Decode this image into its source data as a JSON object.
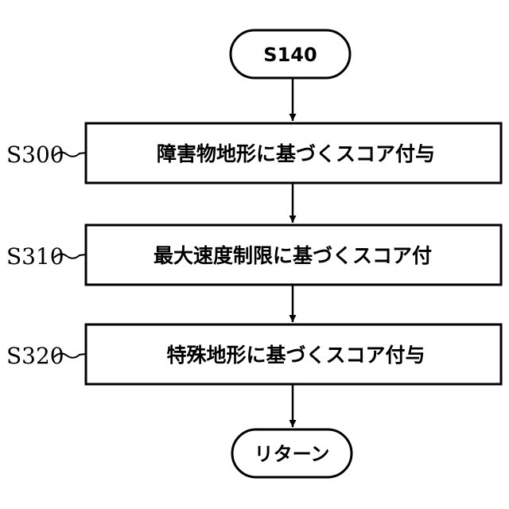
{
  "flowchart": {
    "start_terminal": "S140",
    "steps": [
      {
        "id": "S300",
        "label": "障害物地形に基づくスコア付与"
      },
      {
        "id": "S310",
        "label": "最大速度制限に基づくスコア付"
      },
      {
        "id": "S320",
        "label": "特殊地形に基づくスコア付与"
      }
    ],
    "end_terminal": "リターン"
  }
}
